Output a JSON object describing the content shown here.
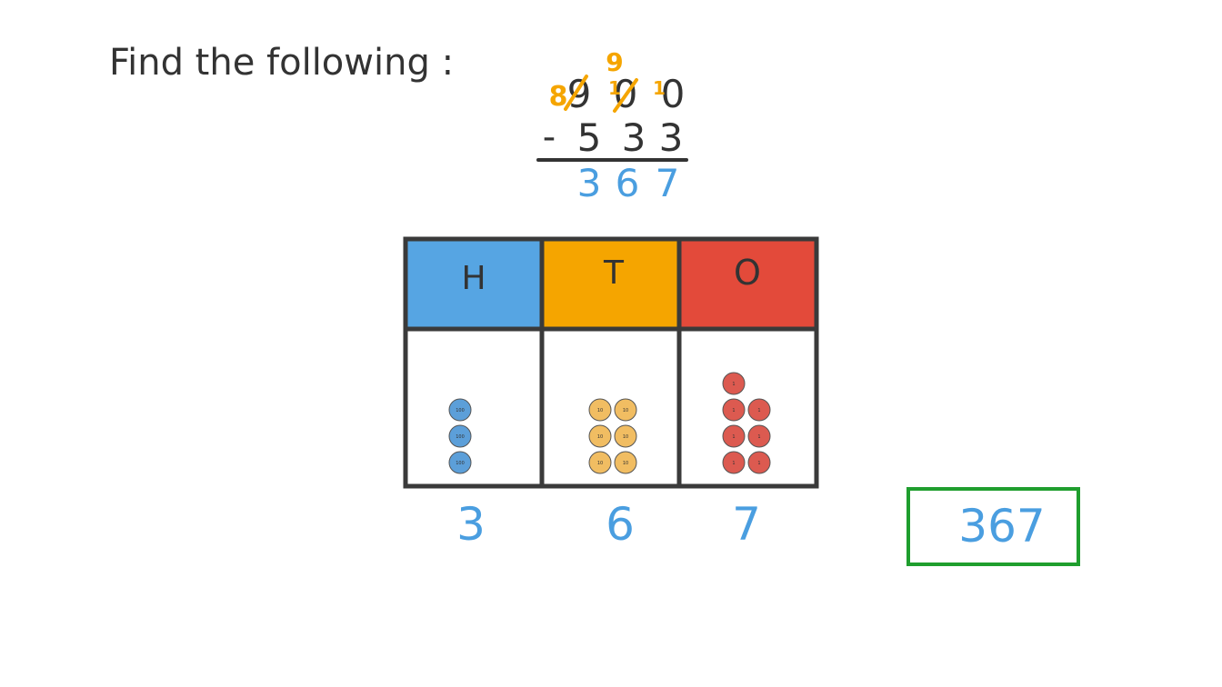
{
  "title": "Find the following :",
  "subtraction": {
    "top_digits": [
      "9",
      "0",
      "0"
    ],
    "bottom_digits": [
      "5",
      "3",
      "3"
    ],
    "operator": "-",
    "result_digits": [
      "3",
      "6",
      "7"
    ],
    "borrow": {
      "hundreds_new": "8",
      "tens_new": "9",
      "tens_carry": "1",
      "ones_carry": "1"
    }
  },
  "place_value_chart": {
    "columns": [
      {
        "header": "H",
        "color": "#56a5e3",
        "counter_label": "100",
        "counter_color": "#5c9fd9",
        "count": 3,
        "digit": "3"
      },
      {
        "header": "T",
        "color": "#f5a500",
        "counter_label": "10",
        "counter_color": "#f1bd62",
        "count": 6,
        "digit": "6"
      },
      {
        "header": "O",
        "color": "#e34a3a",
        "counter_label": "1",
        "counter_color": "#dc5a50",
        "count": 7,
        "digit": "7"
      }
    ]
  },
  "answer": "367",
  "colors": {
    "ink": "#333333",
    "orange": "#f5a500",
    "blue": "#4a9ee0",
    "green": "#1f9e2e"
  }
}
